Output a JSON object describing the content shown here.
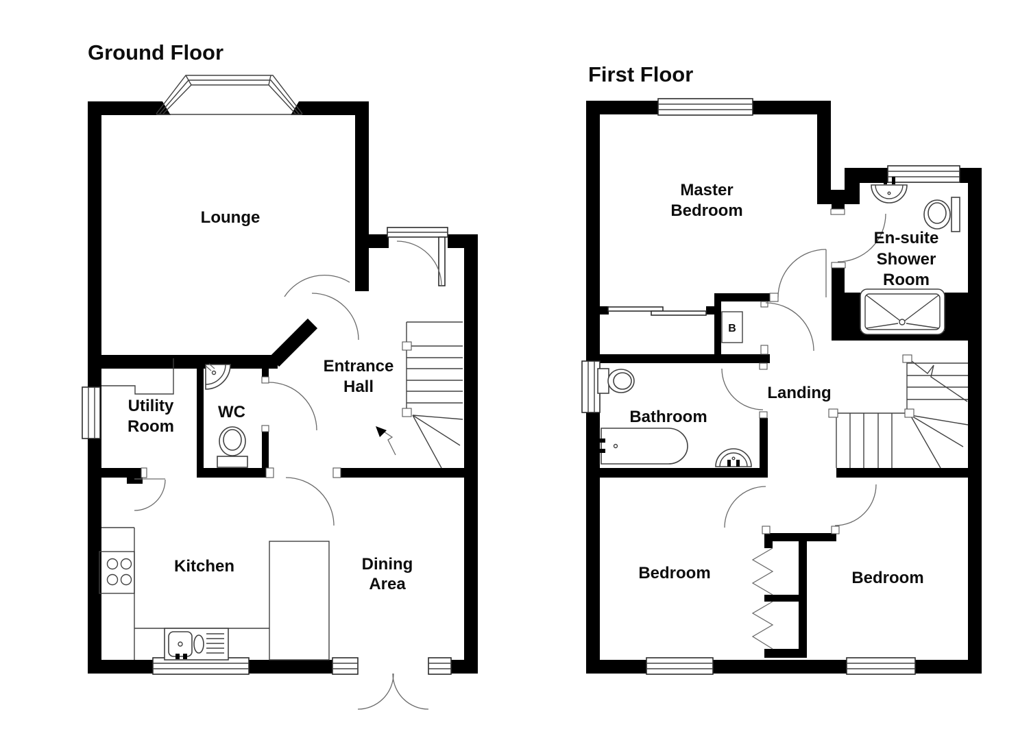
{
  "document": {
    "type": "floorplan",
    "background": "#ffffff",
    "colors": {
      "wall": "#000000",
      "line": "#404040",
      "door_arc": "#6a6a6a",
      "text": "#0d0d0d"
    }
  },
  "floors": {
    "ground": {
      "title": "Ground Floor",
      "rooms": {
        "lounge": "Lounge",
        "utility1": "Utility",
        "utility2": "Room",
        "wc": "WC",
        "hall1": "Entrance",
        "hall2": "Hall",
        "kitchen": "Kitchen",
        "dining1": "Dining",
        "dining2": "Area"
      },
      "features": [
        "bay-window",
        "front-door",
        "staircase-up",
        "kitchen-sink",
        "hob",
        "wc-toilet",
        "wc-basin",
        "utility-counter",
        "french-doors",
        "windows"
      ]
    },
    "first": {
      "title": "First Floor",
      "rooms": {
        "master1": "Master",
        "master2": "Bedroom",
        "ensuite1": "En-suite",
        "ensuite2": "Shower",
        "ensuite3": "Room",
        "bathroom": "Bathroom",
        "landing": "Landing",
        "bedroom_left": "Bedroom",
        "bedroom_right": "Bedroom",
        "boiler": "B"
      },
      "features": [
        "staircase-down",
        "bath",
        "toilet",
        "basins",
        "shower-tray",
        "wardrobe-sliding-doors",
        "boiler-cupboard",
        "closet-bifold-doors",
        "windows"
      ]
    }
  }
}
